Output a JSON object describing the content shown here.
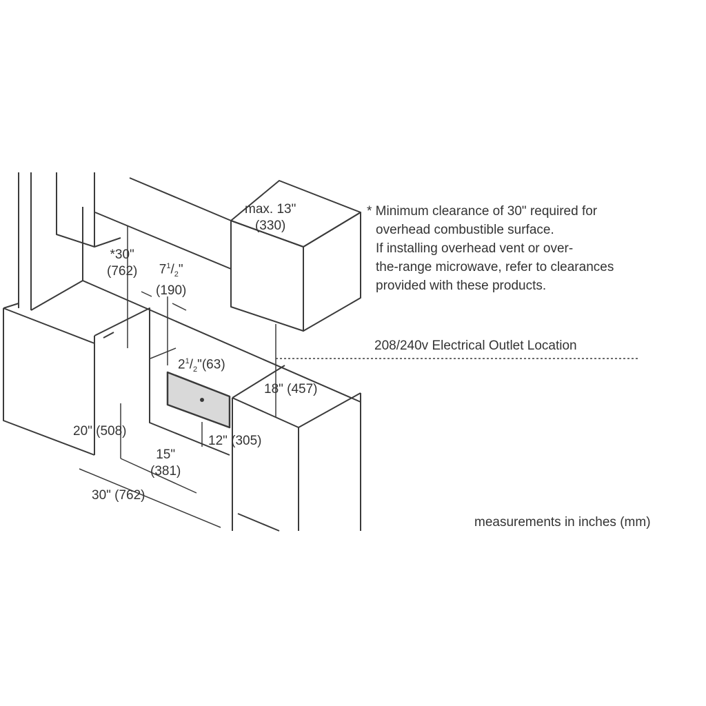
{
  "note": {
    "lines": [
      "* Minimum clearance of 30\" required for",
      "overhead combustible surface.",
      "If installing overhead vent or over-",
      "the-range microwave, refer to clearances",
      "provided with these products."
    ]
  },
  "outlet_label": "208/240v Electrical Outlet Location",
  "units_note": "measurements in inches (mm)",
  "dimensions": {
    "hood_depth": {
      "in": "max. 13\"",
      "mm": "(330)"
    },
    "clearance": {
      "in": "*30\"",
      "mm": "(762)"
    },
    "offset": {
      "in_whole": "7",
      "in_num": "1",
      "in_den": "2",
      "mm": "(190)"
    },
    "outlet_offset": {
      "in_whole": "2",
      "in_num": "1",
      "in_den": "2",
      "mm": "(63)"
    },
    "outlet_height_above": "18\" (457)",
    "counter_height": "20\" (508)",
    "outlet_height": "12\" (305)",
    "outlet_width": {
      "in": "15\"",
      "mm": "(381)"
    },
    "range_width": "30\" (762)"
  },
  "colors": {
    "line": "#3a3a3a",
    "outlet_fill": "#d9d9d9"
  }
}
